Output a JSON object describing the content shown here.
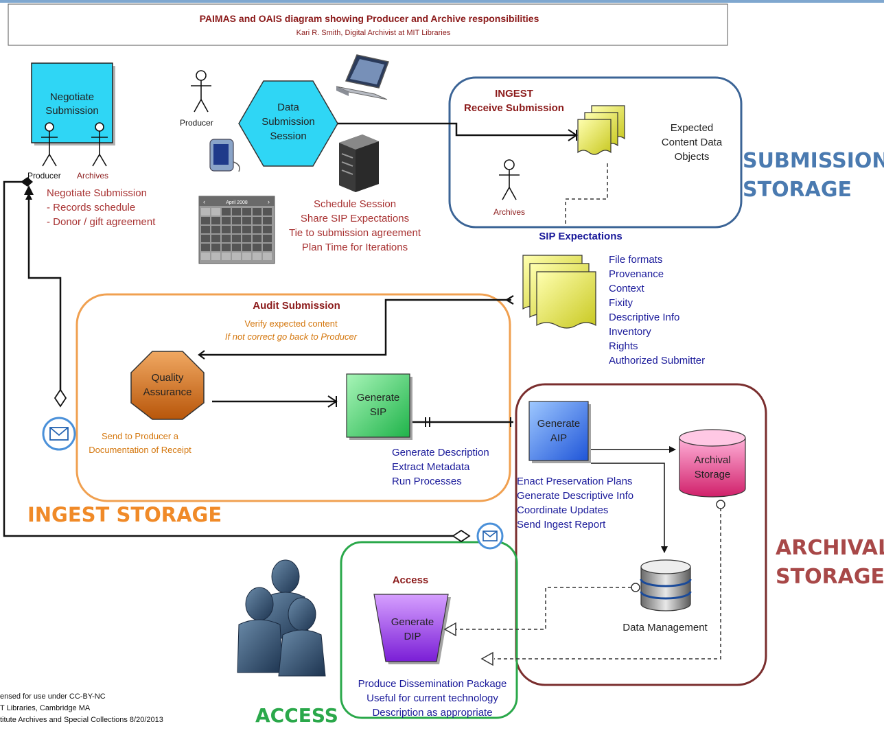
{
  "header": {
    "title": "PAIMAS and OAIS diagram showing Producer and Archive responsibilities",
    "author": "Kari R. Smith, Digital Archivist at MIT Libraries"
  },
  "negotiate": {
    "box_line1": "Negotiate",
    "box_line2": "Submission",
    "producer_label": "Producer",
    "archives_label": "Archives",
    "notes": [
      "Negotiate Submission",
      "- Records schedule",
      "- Donor / gift agreement"
    ]
  },
  "session": {
    "producer_label": "Producer",
    "hex_lines": [
      "Data",
      "Submission",
      "Session"
    ],
    "calendar_month": "April 2008",
    "notes": [
      "Schedule Session",
      "Share SIP Expectations",
      "Tie to submission agreement",
      "Plan Time for Iterations"
    ]
  },
  "ingest": {
    "title1": "INGEST",
    "title2": "Receive Submission",
    "objects": [
      "Expected",
      "Content Data",
      "Objects"
    ],
    "archives_label": "Archives",
    "sip_expectations": "SIP Expectations",
    "storage_label1": "SUBMISSION",
    "storage_label2": "STORAGE"
  },
  "sip_list": [
    "File formats",
    "Provenance",
    "Context",
    "Fixity",
    "Descriptive Info",
    "Inventory",
    "Rights",
    "Authorized Submitter"
  ],
  "audit": {
    "title": "Audit Submission",
    "verify": "Verify expected content",
    "not_correct": "If not correct go back to Producer",
    "qa": [
      "Quality",
      "Assurance"
    ],
    "receipt": [
      "Send to Producer a",
      "Documentation of Receipt"
    ],
    "gen_sip": [
      "Generate",
      "SIP"
    ],
    "sip_tasks": [
      "Generate Description",
      "Extract Metadata",
      "Run Processes"
    ],
    "storage_label": "INGEST STORAGE"
  },
  "archival": {
    "gen_aip": [
      "Generate",
      "AIP"
    ],
    "storage_db": [
      "Archival",
      "Storage"
    ],
    "tasks": [
      "Enact Preservation Plans",
      "Generate Descriptive Info",
      "Coordinate Updates",
      "Send Ingest Report"
    ],
    "data_management": "Data Management",
    "label1": "ARCHIVAL",
    "label2": "STORAGE"
  },
  "access": {
    "title": "Access",
    "gen_dip": [
      "Generate",
      "DIP"
    ],
    "notes": [
      "Produce Dissemination Package",
      "Useful for current technology",
      "Description as appropriate"
    ],
    "label": "ACCESS"
  },
  "license": [
    "ensed for use under CC-BY-NC",
    "T Libraries, Cambridge MA",
    "titute Archives and Special Collections  8/20/2013"
  ],
  "colors": {
    "dark_red": "#8b1a1a",
    "brown_red": "#a83232",
    "navy": "#1a1a9a",
    "ingest_border": "#3b6496",
    "audit_border": "#f0a050",
    "archival_border": "#7a2e2e",
    "access_border": "#2aa84a",
    "cyan": "#2fd6f5",
    "orange_text": "#d4770e"
  }
}
